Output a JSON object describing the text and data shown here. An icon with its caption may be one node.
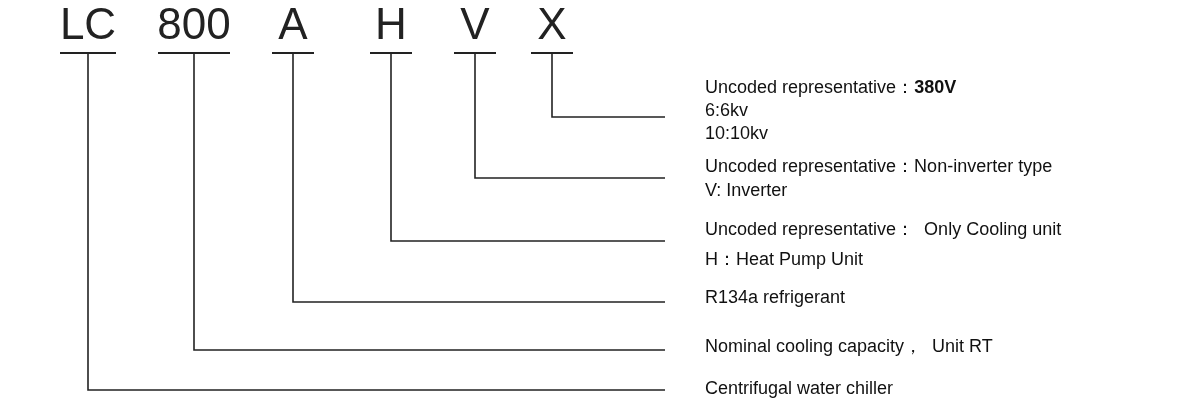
{
  "diagram": {
    "nodes": [
      {
        "text": [
          "LC"
        ]
      },
      {
        "text": [
          "800"
        ]
      },
      {
        "text": [
          "A"
        ]
      },
      {
        "text": [
          "H"
        ]
      },
      {
        "text": [
          "V"
        ]
      },
      {
        "text": [
          "X"
        ]
      },
      {
        "text": [
          "Uncoded representative：**380V**",
          "6:6kv",
          "10:10kv"
        ]
      },
      {
        "text": [
          "Uncoded representative：Non-inverter type",
          "V: Inverter"
        ]
      },
      {
        "text": [
          "Uncoded representative：  Only Cooling unit",
          "H：Heat Pump Unit"
        ]
      },
      {
        "text": [
          "R134a refrigerant"
        ]
      },
      {
        "text": [
          "Nominal cooling capacity，  Unit RT"
        ]
      },
      {
        "text": [
          "Centrifugal water chiller"
        ]
      }
    ],
    "edges": [
      {
        "from": 5,
        "to": 6,
        "arrow": "none"
      },
      {
        "from": 4,
        "to": 7,
        "arrow": "none"
      },
      {
        "from": 3,
        "to": 8,
        "arrow": "none"
      },
      {
        "from": 2,
        "to": 9,
        "arrow": "none"
      },
      {
        "from": 1,
        "to": 10,
        "arrow": "none"
      },
      {
        "from": 0,
        "to": 11,
        "arrow": "none"
      }
    ]
  }
}
